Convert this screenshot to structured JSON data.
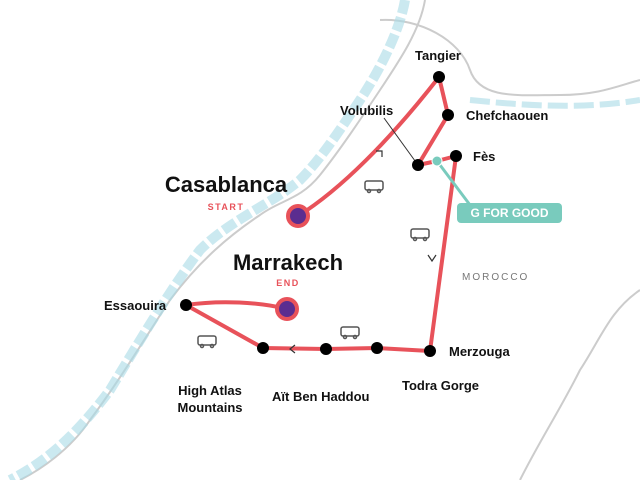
{
  "country": "MOROCCO",
  "start": {
    "city": "Casablanca",
    "tag": "START"
  },
  "end": {
    "city": "Marrakech",
    "tag": "END"
  },
  "stops": {
    "tangier": "Tangier",
    "chefchaouen": "Chefchaouen",
    "volubilis": "Volubilis",
    "fes": "Fès",
    "merzouga": "Merzouga",
    "todra": "Todra Gorge",
    "ait": "Aït Ben Haddou",
    "atlas1": "High Atlas",
    "atlas2": "Mountains",
    "essaouira": "Essaouira"
  },
  "badge": "G FOR GOOD",
  "colors": {
    "route": "#e8525a",
    "endpoint": "#5b2d90",
    "badge": "#79cbbd",
    "water": "#a9dbe6"
  }
}
